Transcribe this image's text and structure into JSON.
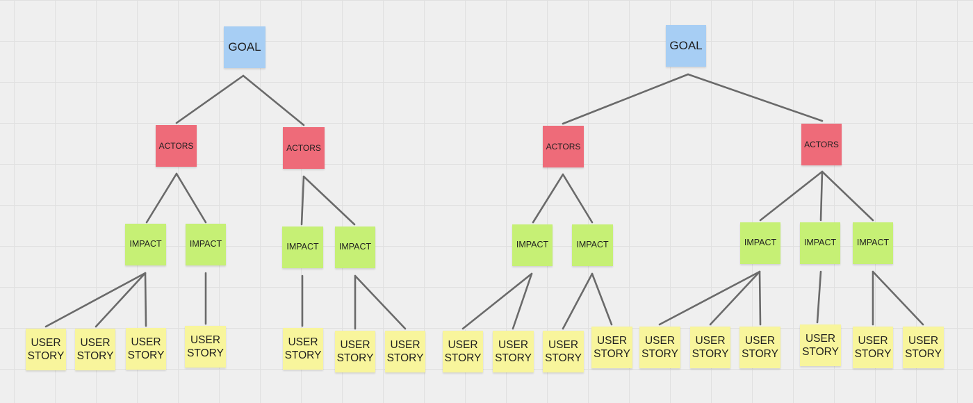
{
  "board": {
    "colors": {
      "background": "#efefef",
      "grid": "#e0e0e0",
      "connector": "#6a6a6a",
      "goal": "#a7cef4",
      "actor": "#ee6b79",
      "impact": "#c6f075",
      "story": "#f8f59c"
    },
    "trees": [
      {
        "goal": "GOAL",
        "actors": [
          {
            "label": "ACTORS",
            "impacts": [
              {
                "label": "IMPACT",
                "stories": [
                  "USER\nSTORY",
                  "USER\nSTORY",
                  "USER\nSTORY"
                ]
              },
              {
                "label": "IMPACT",
                "stories": [
                  "USER\nSTORY"
                ]
              }
            ]
          },
          {
            "label": "ACTORS",
            "impacts": [
              {
                "label": "IMPACT",
                "stories": [
                  "USER\nSTORY"
                ]
              },
              {
                "label": "IMPACT",
                "stories": [
                  "USER\nSTORY",
                  "USER\nSTORY"
                ]
              }
            ]
          }
        ]
      },
      {
        "goal": "GOAL",
        "actors": [
          {
            "label": "ACTORS",
            "impacts": [
              {
                "label": "IMPACT",
                "stories": [
                  "USER\nSTORY",
                  "USER\nSTORY"
                ]
              },
              {
                "label": "IMPACT",
                "stories": [
                  "USER\nSTORY",
                  "USER\nSTORY"
                ]
              }
            ]
          },
          {
            "label": "ACTORS",
            "impacts": [
              {
                "label": "IMPACT",
                "stories": [
                  "USER\nSTORY",
                  "USER\nSTORY",
                  "USER\nSTORY"
                ]
              },
              {
                "label": "IMPACT",
                "stories": [
                  "USER\nSTORY"
                ]
              },
              {
                "label": "IMPACT",
                "stories": [
                  "USER\nSTORY",
                  "USER\nSTORY"
                ]
              }
            ]
          }
        ]
      }
    ]
  }
}
